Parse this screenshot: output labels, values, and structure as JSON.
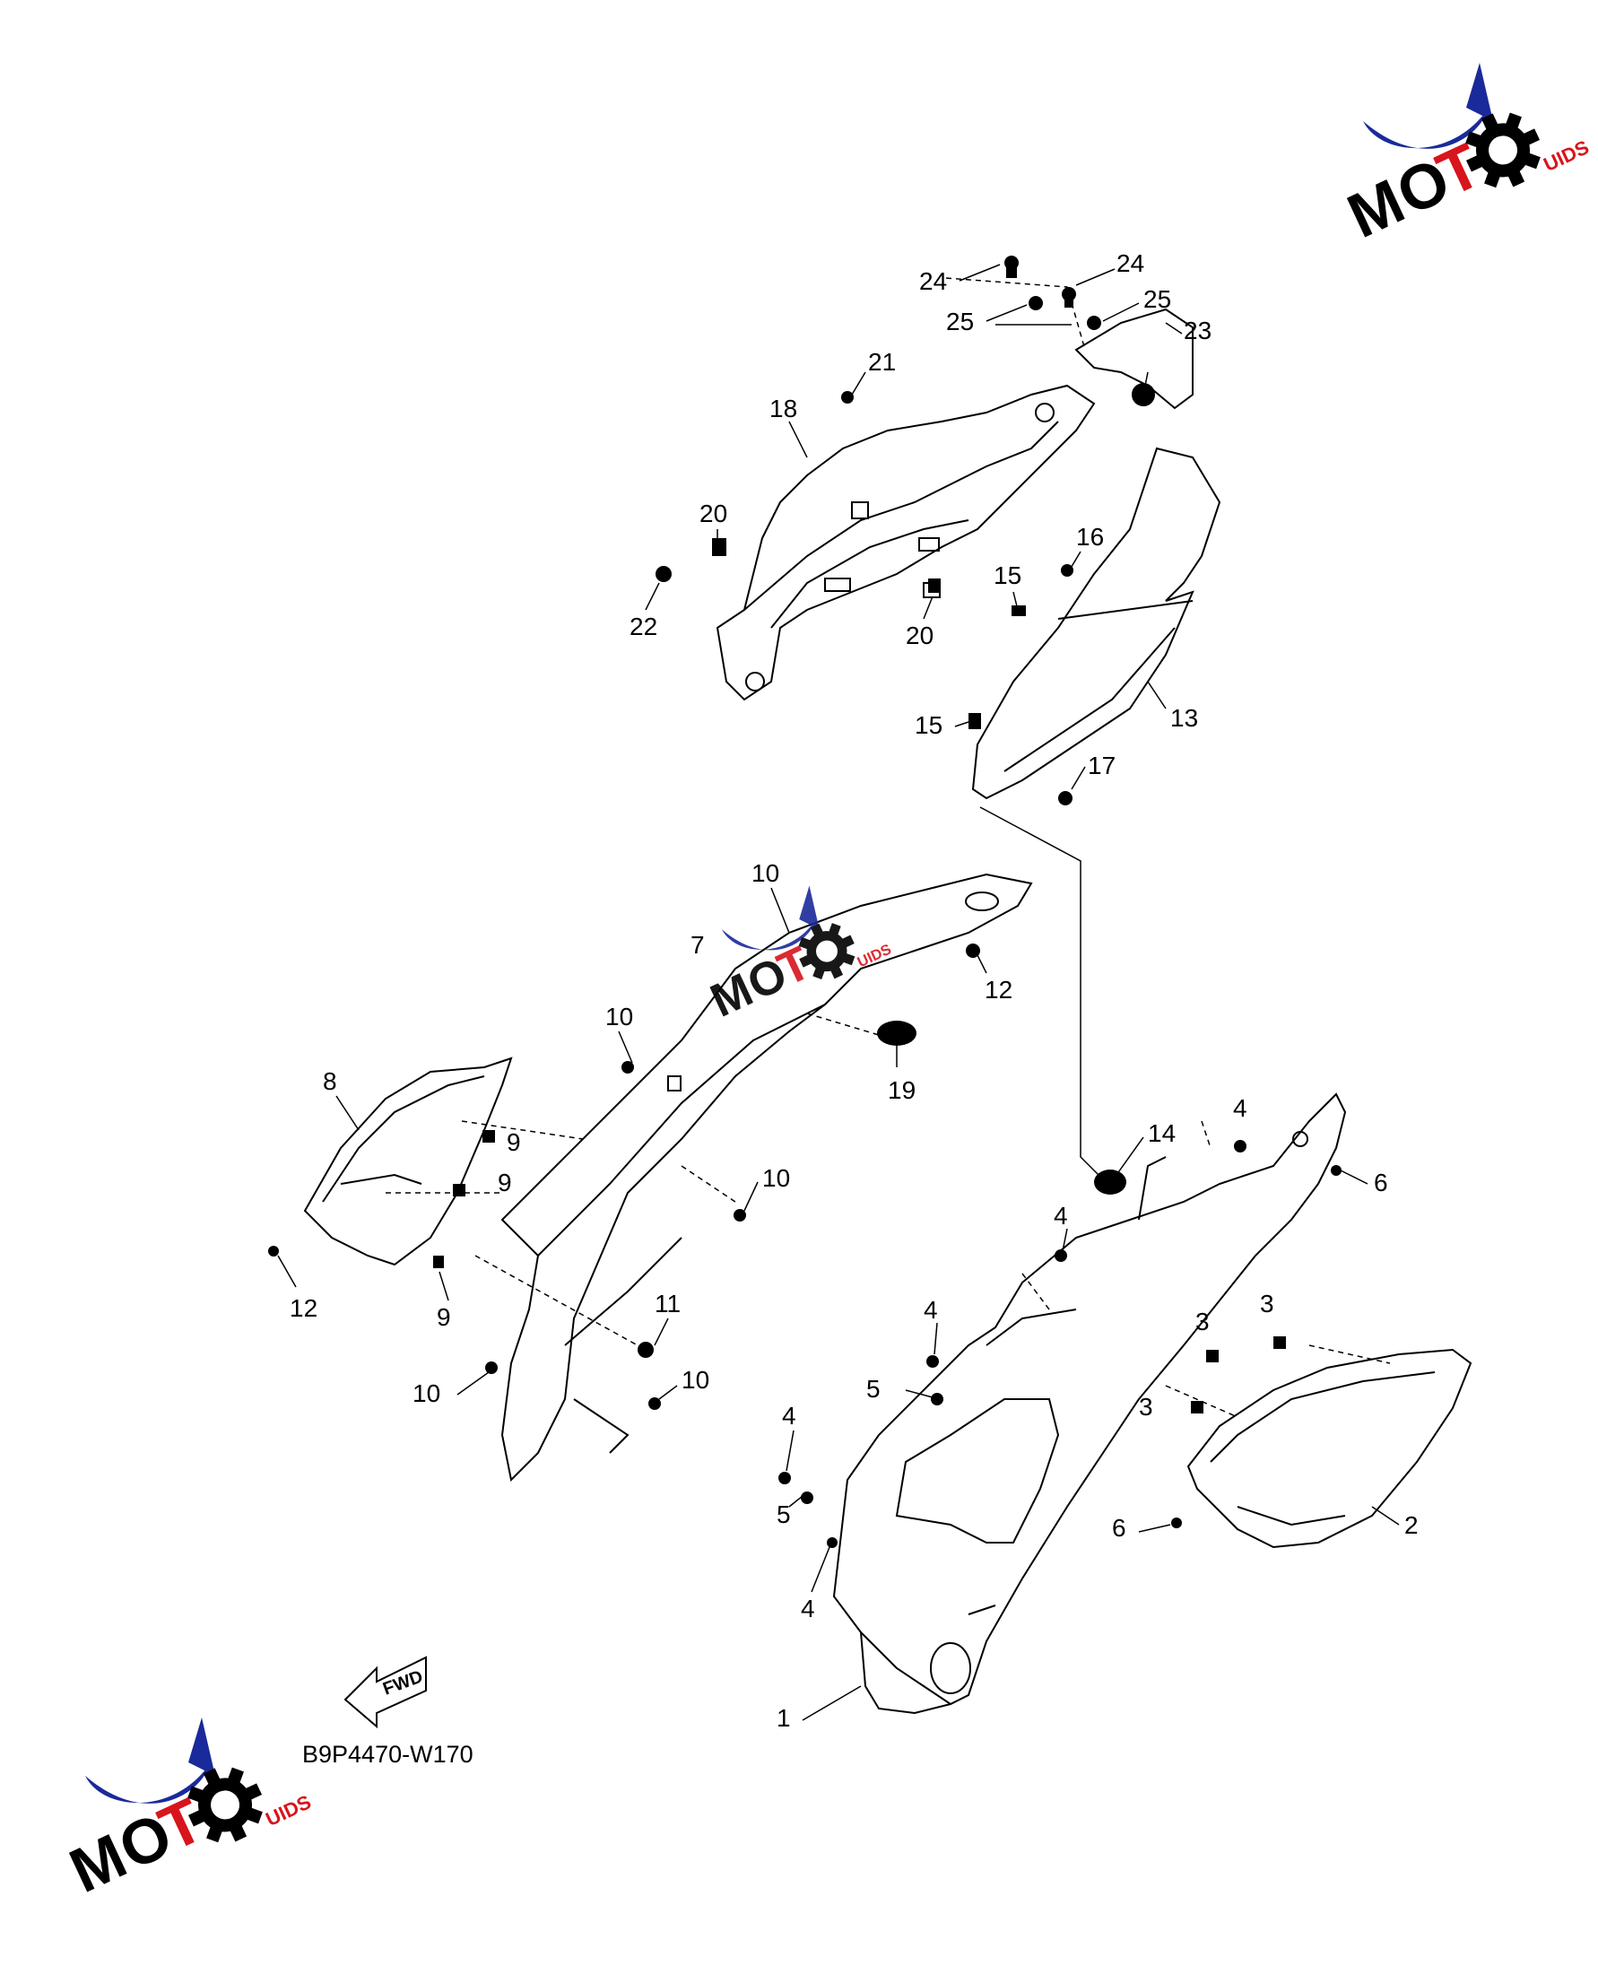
{
  "diagram": {
    "code": "B9P4470-W170",
    "fwd_label": "FWD",
    "brand_text": "MOTO",
    "brand_sub": "UIDS"
  },
  "callouts": [
    "24",
    "25",
    "24",
    "25",
    "23",
    "21",
    "18",
    "20",
    "22",
    "20",
    "16",
    "15",
    "13",
    "15",
    "17",
    "10",
    "7",
    "12",
    "19",
    "10",
    "8",
    "9",
    "9",
    "10",
    "12",
    "9",
    "11",
    "10",
    "10",
    "14",
    "4",
    "6",
    "4",
    "4",
    "3",
    "3",
    "5",
    "3",
    "4",
    "5",
    "6",
    "2",
    "4",
    "1"
  ]
}
